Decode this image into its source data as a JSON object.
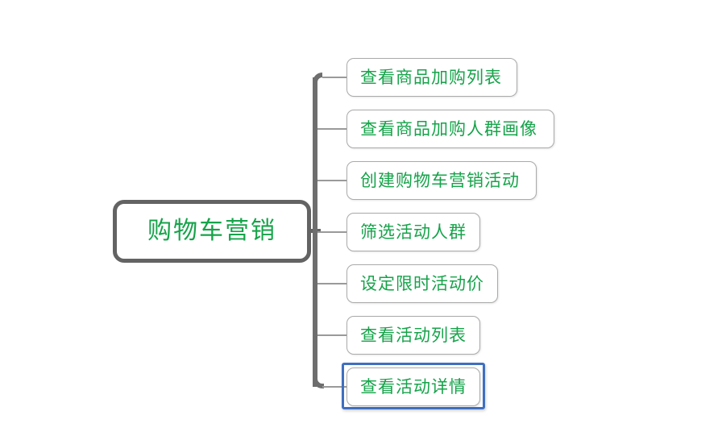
{
  "diagram": {
    "type": "mind-map",
    "orientation": "left-to-right",
    "background_color": "#ffffff",
    "colors": {
      "node_text": "#16a34a",
      "root_border": "#636363",
      "child_border": "#aaaaaa",
      "trunk_line": "#6e6e6e",
      "branch_line": "#9a9a9a",
      "selection_outline": "#3f6fc0"
    },
    "root": {
      "label": "购物车营销"
    },
    "children": [
      {
        "label": "查看商品加购列表",
        "selected": false
      },
      {
        "label": "查看商品加购人群画像",
        "selected": false
      },
      {
        "label": "创建购物车营销活动",
        "selected": false
      },
      {
        "label": "筛选活动人群",
        "selected": false
      },
      {
        "label": "设定限时活动价",
        "selected": false
      },
      {
        "label": "查看活动列表",
        "selected": false
      },
      {
        "label": "查看活动详情",
        "selected": true
      }
    ]
  }
}
